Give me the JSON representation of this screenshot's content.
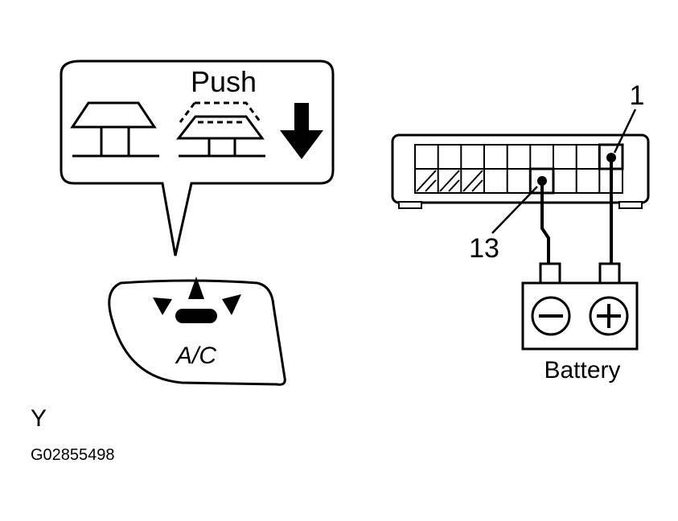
{
  "callout": {
    "label": "Push"
  },
  "switch": {
    "label": "A/C"
  },
  "connector": {
    "pin_a": "1",
    "pin_b": "13"
  },
  "battery": {
    "label": "Battery"
  },
  "view_letter": "Y",
  "figure_id": "G02855498"
}
